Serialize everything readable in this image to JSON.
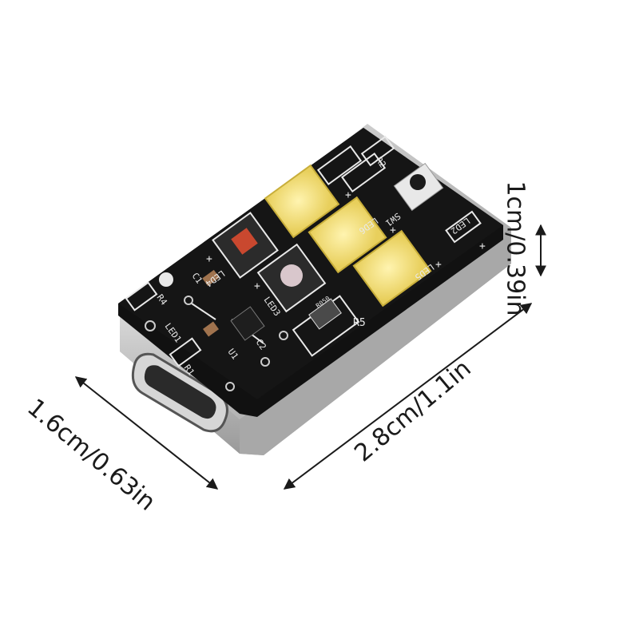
{
  "dimensions": {
    "width": "1.6cm/0.63in",
    "length": "2.8cm/1.1in",
    "height": "1cm/0.39in"
  },
  "board_labels": {
    "r1": "R1",
    "r2": "R2",
    "r4": "R4",
    "r5": "R5",
    "c1": "C1",
    "c2": "C2",
    "u1": "U1",
    "sw1": "SW1",
    "led1": "LED1",
    "led2": "LED2",
    "led3": "LED3",
    "led4": "LED4",
    "led5": "LED5",
    "led6": "LED6",
    "resistor_code": "R050",
    "plus": "+"
  },
  "colors": {
    "board": "#111111",
    "casing": "#c9c9c9",
    "led_yellow": "#f4df7a",
    "led_red": "#c9482f",
    "silkscreen": "#e9e9e9",
    "arrow": "#1a1a1a"
  }
}
